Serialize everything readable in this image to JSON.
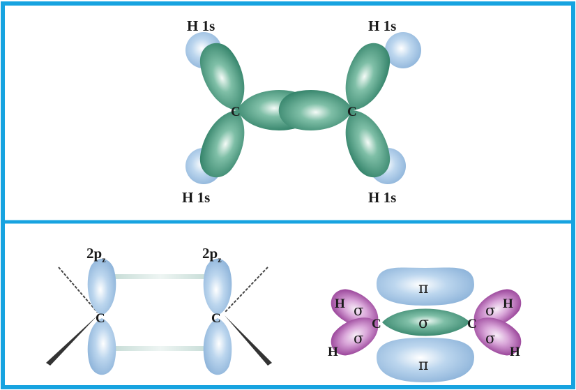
{
  "ethene_sigma": {
    "h_label_tl": "H 1s",
    "h_label_tr": "H 1s",
    "h_label_bl": "H 1s",
    "h_label_br": "H 1s",
    "c_left": "C",
    "c_right": "C"
  },
  "pi_overlap": {
    "p_label_left": "2p",
    "p_label_left_sub": "z",
    "p_label_right": "2p",
    "p_label_right_sub": "z",
    "c_left": "C",
    "c_right": "C"
  },
  "bonding": {
    "pi_top": "π",
    "pi_bottom": "π",
    "sigma_cc": "σ",
    "sigma_ul": "σ",
    "sigma_ll": "σ",
    "sigma_ur": "σ",
    "sigma_lr": "σ",
    "h_ul": "H",
    "h_ll": "H",
    "h_ur": "H",
    "h_lr": "H",
    "c_left": "C",
    "c_right": "C"
  },
  "colors": {
    "border": "#17a3e0",
    "green_lobe": "#3c9278",
    "h_orbital": "#9fc3e3",
    "p_orbital": "#a7c8e8",
    "purple_lobe": "#9a3f9a"
  }
}
